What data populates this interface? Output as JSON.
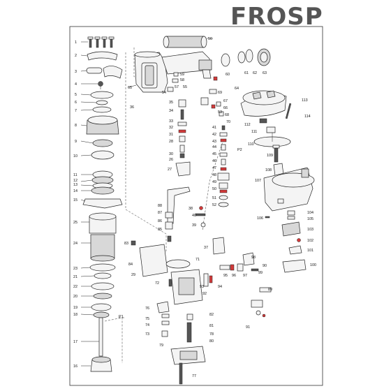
{
  "brand": {
    "text": "FROSP"
  },
  "callouts": [
    "1",
    "2",
    "3",
    "4",
    "5",
    "6",
    "7",
    "8",
    "9",
    "10",
    "11",
    "12",
    "13",
    "14",
    "15",
    "16",
    "17",
    "18",
    "19",
    "20",
    "21",
    "22",
    "23",
    "24",
    "25",
    "26",
    "27",
    "28",
    "29",
    "30",
    "31",
    "32",
    "33",
    "34",
    "35",
    "36",
    "37",
    "38",
    "39",
    "40",
    "41",
    "42",
    "43",
    "44",
    "45",
    "46",
    "47",
    "48",
    "49",
    "50",
    "51",
    "52",
    "53",
    "54",
    "55",
    "56",
    "57",
    "58",
    "59",
    "60",
    "61",
    "62",
    "63",
    "64",
    "65",
    "66",
    "67",
    "68",
    "69",
    "70",
    "71",
    "72",
    "73",
    "74",
    "75",
    "76",
    "77",
    "78",
    "79",
    "80",
    "81",
    "82",
    "83",
    "84",
    "85",
    "86",
    "87",
    "88",
    "89",
    "90",
    "91",
    "92",
    "93",
    "94",
    "95",
    "96",
    "97",
    "98",
    "99",
    "100",
    "101",
    "102",
    "103",
    "104",
    "105",
    "106",
    "107",
    "108",
    "109",
    "110",
    "111",
    "112",
    "113",
    "114",
    "P1",
    "P2"
  ]
}
